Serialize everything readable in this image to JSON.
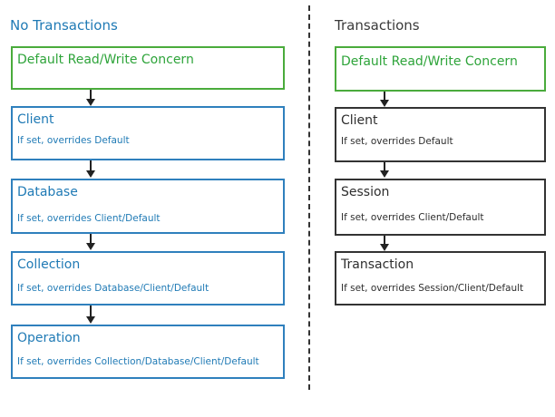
{
  "left_column": {
    "heading": "No Transactions",
    "boxes": [
      {
        "title": "Default Read/Write Concern",
        "subtitle": ""
      },
      {
        "title": "Client",
        "subtitle": "If set, overrides Default"
      },
      {
        "title": "Database",
        "subtitle": "If set, overrides Client/Default"
      },
      {
        "title": "Collection",
        "subtitle": "If set, overrides Database/Client/Default"
      },
      {
        "title": "Operation",
        "subtitle": "If set, overrides Collection/Database/Client/Default"
      }
    ]
  },
  "right_column": {
    "heading": "Transactions",
    "boxes": [
      {
        "title": "Default Read/Write Concern",
        "subtitle": ""
      },
      {
        "title": "Client",
        "subtitle": "If set, overrides Default"
      },
      {
        "title": "Session",
        "subtitle": "If set, overrides Client/Default"
      },
      {
        "title": "Transaction",
        "subtitle": "If set, overrides Session/Client/Default"
      }
    ]
  },
  "colors": {
    "default_box": "#4aab3c",
    "no_transactions": "#2f80bd",
    "transactions": "#333333"
  }
}
